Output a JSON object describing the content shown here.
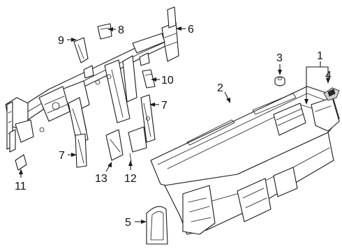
{
  "callouts": {
    "c1": "1",
    "c2": "2",
    "c3": "3",
    "c4": "4",
    "c5": "5",
    "c6": "6",
    "c7a": "7",
    "c7b": "7",
    "c8": "8",
    "c9": "9",
    "c10": "10",
    "c11": "11",
    "c12": "12",
    "c13": "13"
  },
  "colors": {
    "line": "#1a1a1a",
    "background": "#ffffff"
  }
}
